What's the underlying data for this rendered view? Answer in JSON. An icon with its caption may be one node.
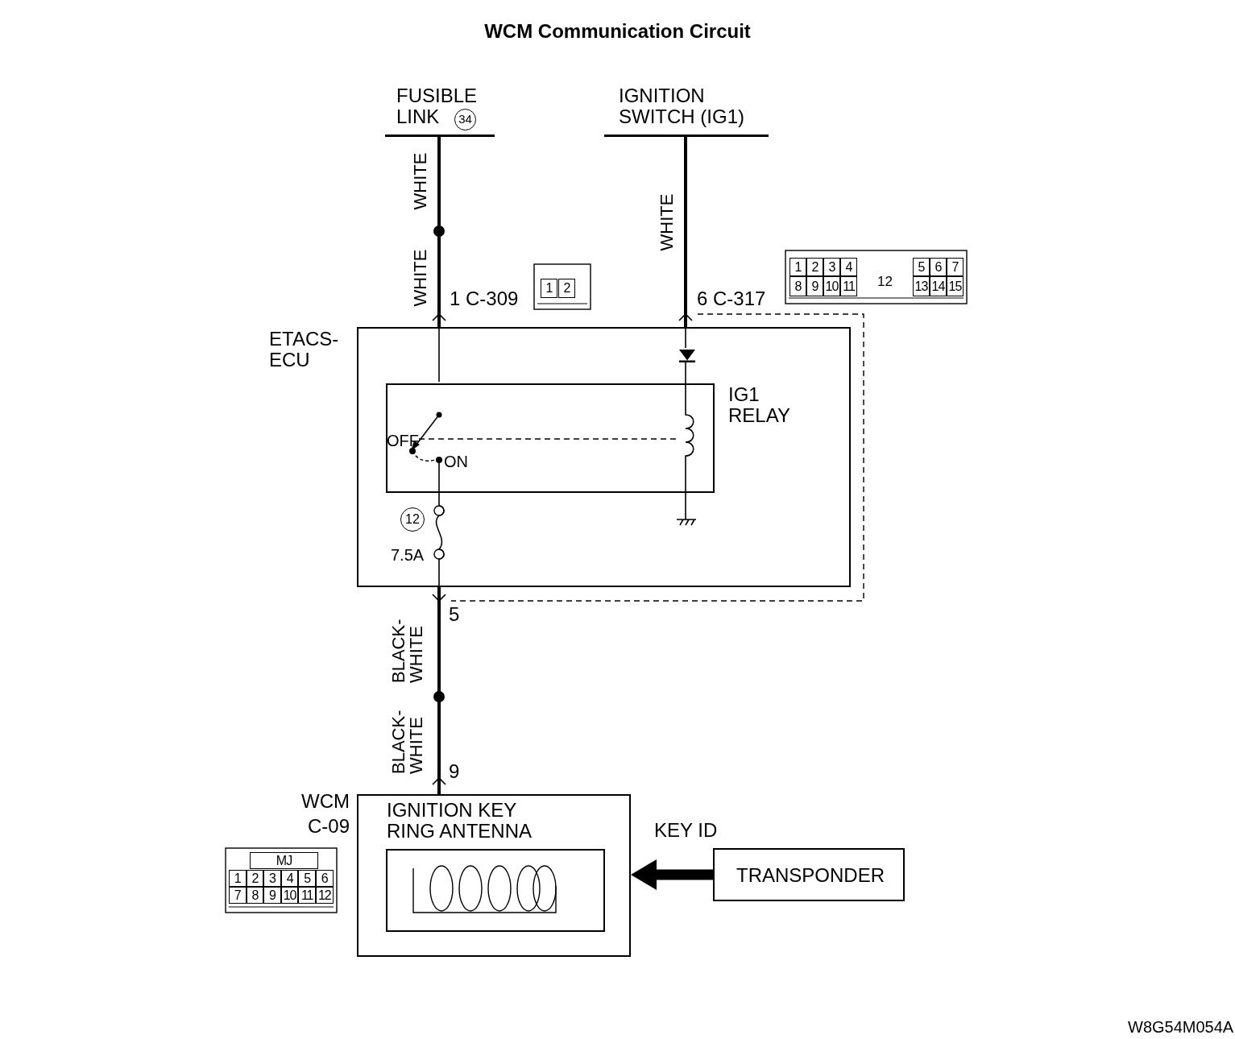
{
  "diagram": {
    "title": "WCM Communication Circuit",
    "nodes": [
      {
        "text": [
          "FUSIBLE LINK",
          "34"
        ]
      },
      {
        "text": [
          "IGNITION SWITCH (IG1)"
        ]
      },
      {
        "text": [
          "ETACS-ECU"
        ]
      },
      {
        "text": [
          "IG1 RELAY"
        ],
        "in": 2
      },
      {
        "text": [
          "WCM",
          "IGNITION KEY RING ANTENNA"
        ],
        "beside": [
          "C-09"
        ]
      },
      {
        "text": [],
        "shape": "box",
        "in": 4
      },
      {
        "text": [
          "TRANSPONDER"
        ]
      },
      {
        "text": [],
        "shape": "triangle",
        "in": 2
      }
    ],
    "edges": [
      {
        "from": 0,
        "to": 2,
        "arrow": "none",
        "style": "thick"
      },
      {
        "from": 1,
        "to": 2,
        "arrow": "none",
        "style": "thick"
      },
      {
        "from": 2,
        "to": 4,
        "arrow": "none",
        "style": "thick"
      },
      {
        "from": 6,
        "to": 4,
        "arrow": "to",
        "label": "KEY ID",
        "style": "thick"
      },
      {
        "from": 2,
        "to": 3,
        "arrow": "none"
      },
      {
        "from": 2,
        "to": 7,
        "arrow": "none"
      },
      {
        "from": 3,
        "to": 2,
        "arrow": "none"
      },
      {
        "from": 7,
        "to": 3,
        "arrow": "none"
      }
    ],
    "labels": [
      "WHITE",
      "WHITE",
      "1 C-309",
      "WHITE",
      "6 C-317",
      "OFF",
      "ON",
      "12",
      "7.5A",
      "5",
      "BLACK- WHITE",
      "BLACK- WHITE",
      "9",
      "1",
      "2",
      "1",
      "2",
      "3",
      "4",
      "5",
      "6",
      "7",
      "8",
      "9",
      "10",
      "11",
      "12",
      "13",
      "14",
      "15",
      "MJ",
      "1",
      "2",
      "3",
      "4",
      "5",
      "6",
      "7",
      "8",
      "9",
      "10",
      "11",
      "12",
      "W8G54M054A"
    ]
  }
}
